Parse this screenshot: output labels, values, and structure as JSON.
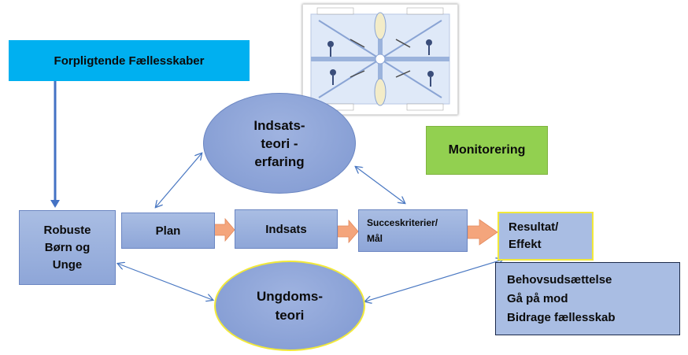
{
  "boxes": {
    "forpligtende": "Forpligtende Fællesskaber",
    "monitorering": "Monitorering",
    "robuste": [
      "Robuste",
      "Børn og",
      "Unge"
    ],
    "plan": "Plan",
    "indsats": "Indsats",
    "succes": [
      "Succeskriterier/",
      "Mål"
    ],
    "resultat": [
      "Resultat/",
      "Effekt"
    ],
    "behov": [
      "Behovsudsættelse",
      "Gå på mod",
      "Bidrage fællesskab"
    ]
  },
  "ellipses": {
    "indsatsteori": [
      "Indsats-",
      "teori -",
      "erfaring"
    ],
    "ungdomsteori": [
      "Ungdoms-",
      "teori"
    ]
  },
  "colors": {
    "cyan": "#00b0f0",
    "green": "#92d050",
    "box_blue": "#8ea6d8",
    "arrow_orange": "#f4a57c",
    "ellipse_yellow_border": "#f2e93a",
    "arrow_blue": "#4a78c2"
  }
}
